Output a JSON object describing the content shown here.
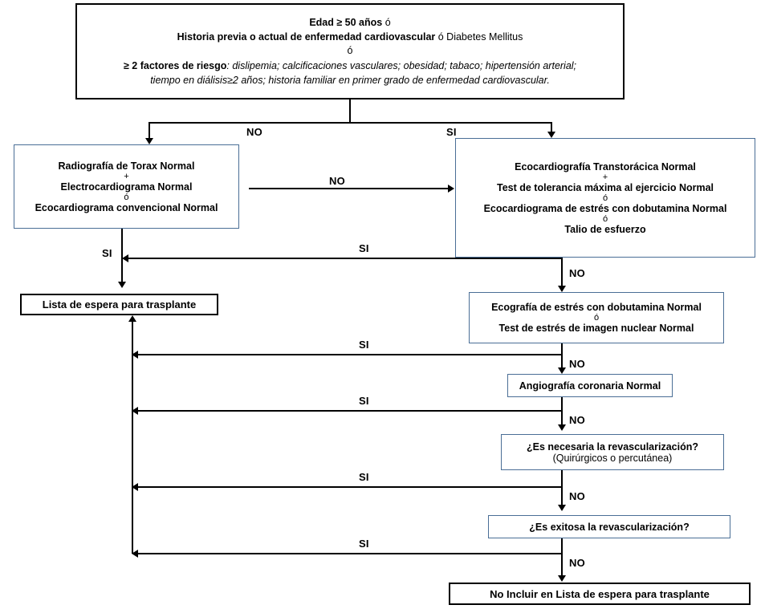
{
  "diagram": {
    "title_node": {
      "id": "criteria-node",
      "line1_bold": "Edad ≥ 50 años",
      "line1_tail": " ó",
      "line2_bold": "Historia previa o actual de enfermedad cardiovascular",
      "line2_tail": " ó Diabetes Mellitus",
      "line3": "ó",
      "line4_bold": "≥ 2 factores de riesgo",
      "line4_italic": ": dislipemia; calcificaciones vasculares; obesidad; tabaco; hipertensión arterial;",
      "line5_italic": "tiempo en diálisis≥2 años; historia familiar en primer grado de enfermedad cardiovascular."
    },
    "nodes": [
      {
        "id": "basic-tests-node",
        "lines": [
          {
            "text": "Radiografía de Torax Normal",
            "style": "bold"
          },
          {
            "text": "+",
            "style": "plain"
          },
          {
            "text": "Electrocardiograma Normal",
            "style": "bold"
          },
          {
            "text": "ó",
            "style": "plain"
          },
          {
            "text": "Ecocardiograma convencional Normal",
            "style": "bold"
          }
        ]
      },
      {
        "id": "transthoracic-node",
        "lines": [
          {
            "text": "Ecocardiografía Transtorácica Normal",
            "style": "bold"
          },
          {
            "text": "+",
            "style": "plain"
          },
          {
            "text": "Test de tolerancia máxima al ejercicio Normal",
            "style": "bold"
          },
          {
            "text": "ó",
            "style": "plain"
          },
          {
            "text": "Ecocardiograma de estrés con dobutamina Normal",
            "style": "bold"
          },
          {
            "text": "ó",
            "style": "plain"
          },
          {
            "text": "Talio de esfuerzo",
            "style": "bold"
          }
        ]
      },
      {
        "id": "waiting-list-node",
        "lines": [
          {
            "text": "Lista de espera para trasplante",
            "style": "bold"
          }
        ]
      },
      {
        "id": "stress-echo-node",
        "lines": [
          {
            "text": "Ecografía de estrés con dobutamina Normal",
            "style": "bold"
          },
          {
            "text": "ó",
            "style": "plain"
          },
          {
            "text": "Test de estrés de imagen nuclear Normal",
            "style": "bold"
          }
        ]
      },
      {
        "id": "angiography-node",
        "lines": [
          {
            "text": "Angiografía coronaria Normal",
            "style": "bold"
          }
        ]
      },
      {
        "id": "revasc-needed-node",
        "lines": [
          {
            "text": "¿Es necesaria la revascularización?",
            "style": "bold"
          },
          {
            "text": "(Quirúrgicos o percutánea)",
            "style": "plain"
          }
        ]
      },
      {
        "id": "revasc-success-node",
        "lines": [
          {
            "text": "¿Es exitosa  la revascularización?",
            "style": "bold"
          }
        ]
      },
      {
        "id": "exclude-node",
        "lines": [
          {
            "text": "No Incluir  en Lista de espera para trasplante",
            "style": "bold"
          }
        ]
      }
    ],
    "edge_labels": {
      "no_top_left": "NO",
      "si_top_right": "SI",
      "no_basic_to_transthoracic": "NO",
      "si_basic_down": "SI",
      "si_transthoracic": "SI",
      "no_transthoracic": "NO",
      "si_stress_echo": "SI",
      "no_stress_echo": "NO",
      "si_angiography": "SI",
      "no_angiography": "NO",
      "si_revasc_needed": "SI",
      "no_revasc_needed": "NO",
      "si_revasc_success": "SI",
      "no_revasc_success": "NO"
    },
    "colors": {
      "box_border_blue": "#4a6e96",
      "box_border_black": "#000000",
      "connector": "#000000",
      "background": "#ffffff",
      "text": "#000000"
    }
  }
}
